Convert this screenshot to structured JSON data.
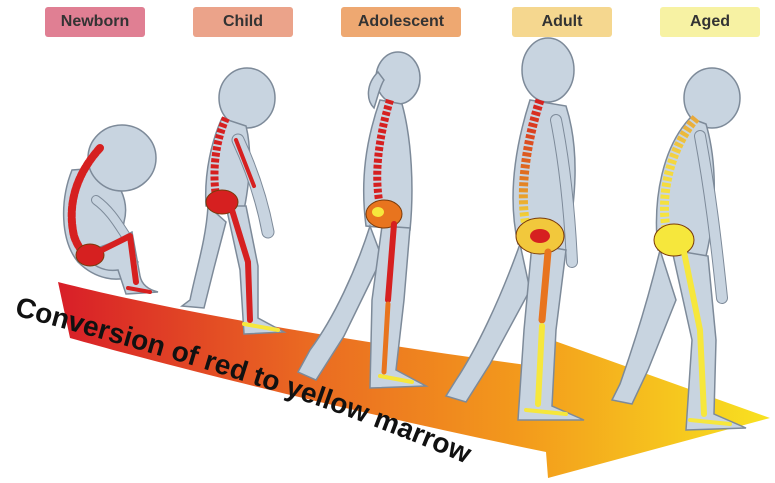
{
  "stages": [
    {
      "label": "Newborn",
      "color": "#e07f93"
    },
    {
      "label": "Child",
      "color": "#eba38a"
    },
    {
      "label": "Adolescent",
      "color": "#eea871"
    },
    {
      "label": "Adult",
      "color": "#f5d78f"
    },
    {
      "label": "Aged",
      "color": "#f7f2a3"
    }
  ],
  "arrow": {
    "caption": "Conversion of red to yellow marrow",
    "colors": [
      "#d81e28",
      "#ea6a22",
      "#f39a1c",
      "#f8e220"
    ]
  },
  "figure_colors": {
    "body": "#c8d4e0",
    "outline": "#7d8a99",
    "red_marrow": "#d62020",
    "yellow_marrow": "#f6e73c",
    "bone_outline": "#7a3a0a"
  }
}
